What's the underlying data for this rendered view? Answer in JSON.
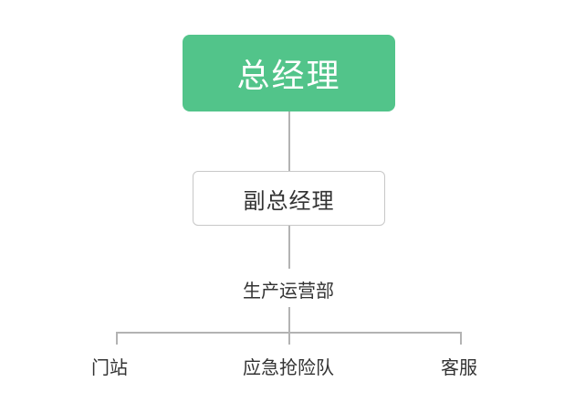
{
  "org_chart": {
    "root": {
      "label": "总经理"
    },
    "deputy": {
      "label": "副总经理"
    },
    "department": {
      "label": "生产运营部"
    },
    "units": [
      {
        "label": "门站"
      },
      {
        "label": "应急抢险队"
      },
      {
        "label": "客服"
      }
    ]
  },
  "colors": {
    "root_fill": "#52c48a",
    "root_text": "#ffffff",
    "box_border": "#c8c8c8",
    "connector": "#b3b3b3",
    "text": "#333333"
  }
}
